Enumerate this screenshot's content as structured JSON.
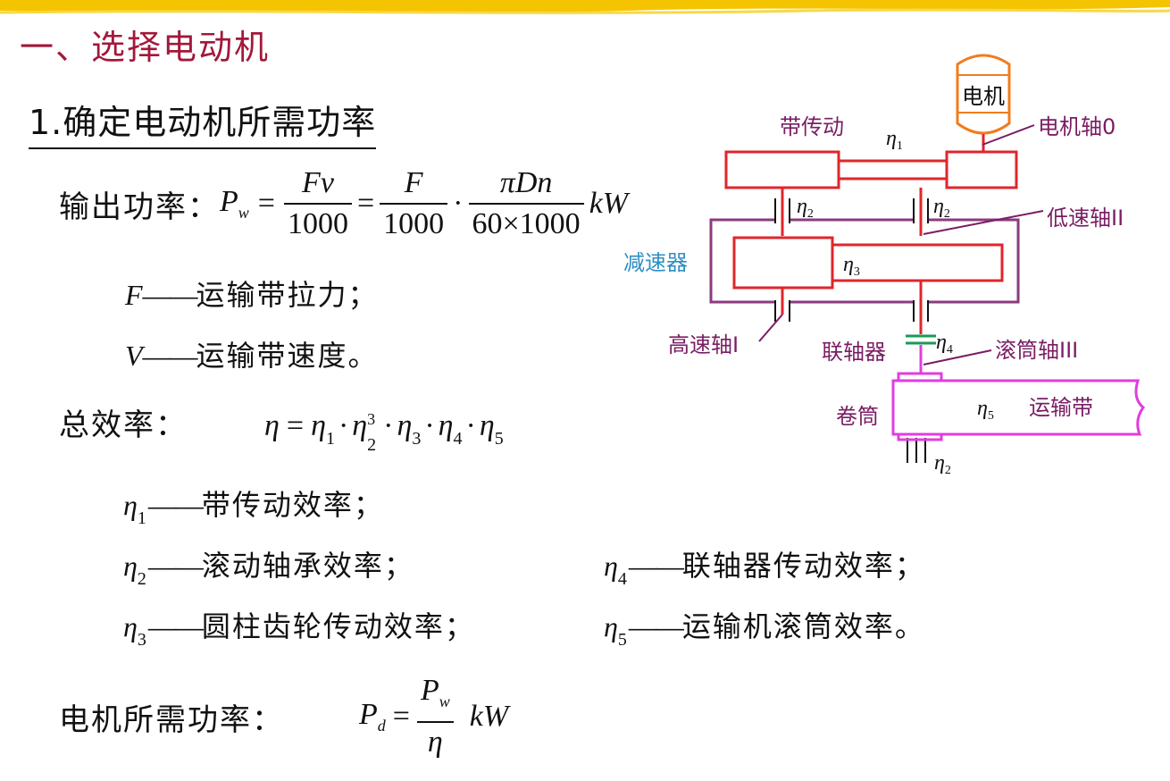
{
  "section_title": "一、选择电动机",
  "subsection_title": "1.确定电动机所需功率",
  "output_power": {
    "label": "输出功率：",
    "lhs": "P",
    "lhs_sub": "w",
    "eq": "=",
    "frac1_num": "Fv",
    "frac1_den": "1000",
    "frac2_num": "F",
    "frac2_den": "1000",
    "dot": "·",
    "frac3_num": "πDn",
    "frac3_den": "60×1000",
    "unit": "kW"
  },
  "var_defs": [
    {
      "symbol": "F",
      "dash": "——",
      "text": "运输带拉力；"
    },
    {
      "symbol": "V",
      "dash": "——",
      "text": "运输带速度。"
    }
  ],
  "total_efficiency": {
    "label": "总效率：",
    "eta": "η",
    "eq": "=",
    "t1": "η",
    "s1": "1",
    "t2": "η",
    "s2": "2",
    "p2": "3",
    "t3": "η",
    "s3": "3",
    "t4": "η",
    "s4": "4",
    "t5": "η",
    "s5": "5",
    "dot": "·"
  },
  "eff_defs": [
    {
      "symbol": "η",
      "sub": "1",
      "dash": "——",
      "text": "带传动效率；"
    },
    {
      "symbol": "η",
      "sub": "2",
      "dash": "——",
      "text": "滚动轴承效率；"
    },
    {
      "symbol": "η",
      "sub": "3",
      "dash": "——",
      "text": "圆柱齿轮传动效率；"
    },
    {
      "symbol": "η",
      "sub": "4",
      "dash": "——",
      "text": "联轴器传动效率；"
    },
    {
      "symbol": "η",
      "sub": "5",
      "dash": "——",
      "text": "运输机滚筒效率。"
    }
  ],
  "motor_power": {
    "label": "电机所需功率：",
    "lhs": "P",
    "lhs_sub": "d",
    "eq": "=",
    "num": "P",
    "num_sub": "w",
    "den": "η",
    "unit": "kW"
  },
  "diagram": {
    "motor": "电机",
    "motor_shaft": "电机轴0",
    "belt_drive": "带传动",
    "reducer": "减速器",
    "low_speed_shaft": "低速轴II",
    "high_speed_shaft": "高速轴I",
    "coupling": "联轴器",
    "drum_shaft": "滚筒轴III",
    "drum": "卷筒",
    "conveyor_belt": "运输带",
    "eta": "η",
    "s1": "1",
    "s2": "2",
    "s3": "3",
    "s4": "4",
    "s5": "5"
  },
  "colors": {
    "title": "#a3183a",
    "band": "#f5c400",
    "frame_red": "#e0262b",
    "housing_purple": "#8b3a7e",
    "motor_orange": "#f07c1e",
    "label_purple": "#7a1d63",
    "reducer_blue": "#2f8fc4",
    "coupling_green": "#1a9a55",
    "drum_magenta": "#e03de0"
  }
}
